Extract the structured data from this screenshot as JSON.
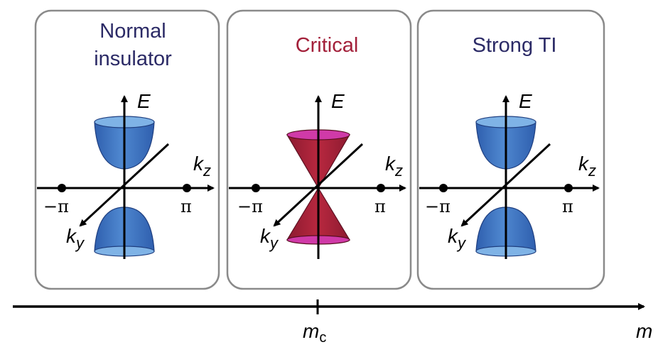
{
  "panels": [
    {
      "id": "normal",
      "title_lines": [
        "Normal",
        "insulator"
      ],
      "title_color": "#2b2a66",
      "cone_type": "gapped",
      "energy_label": "E",
      "kz_label_main": "k",
      "kz_label_sub": "z",
      "ky_label_main": "k",
      "ky_label_sub": "y",
      "minus_pi_label": "−π",
      "pi_label": "π"
    },
    {
      "id": "critical",
      "title_lines": [
        "Critical"
      ],
      "title_color": "#a3203a",
      "cone_type": "dirac",
      "energy_label": "E",
      "kz_label_main": "k",
      "kz_label_sub": "z",
      "ky_label_main": "k",
      "ky_label_sub": "y",
      "minus_pi_label": "−π",
      "pi_label": "π"
    },
    {
      "id": "strong-ti",
      "title_lines": [
        "Strong TI"
      ],
      "title_color": "#2b2a66",
      "cone_type": "gapped",
      "energy_label": "E",
      "kz_label_main": "k",
      "kz_label_sub": "z",
      "ky_label_main": "k",
      "ky_label_sub": "y",
      "minus_pi_label": "−π",
      "pi_label": "π"
    }
  ],
  "bottom_axis": {
    "axis_label": "m",
    "tick_label_main": "m",
    "tick_label_sub": "c"
  },
  "colors": {
    "panel_border": "#8a8a8a",
    "band_blue": "#3f74bf",
    "band_blue_light": "#7fb3e6",
    "band_blue_edge": "#1f3f80",
    "dirac_red": "#a3203a",
    "dirac_magenta": "#d03aa8",
    "dirac_edge": "#5a0f20",
    "axis": "#000000"
  }
}
